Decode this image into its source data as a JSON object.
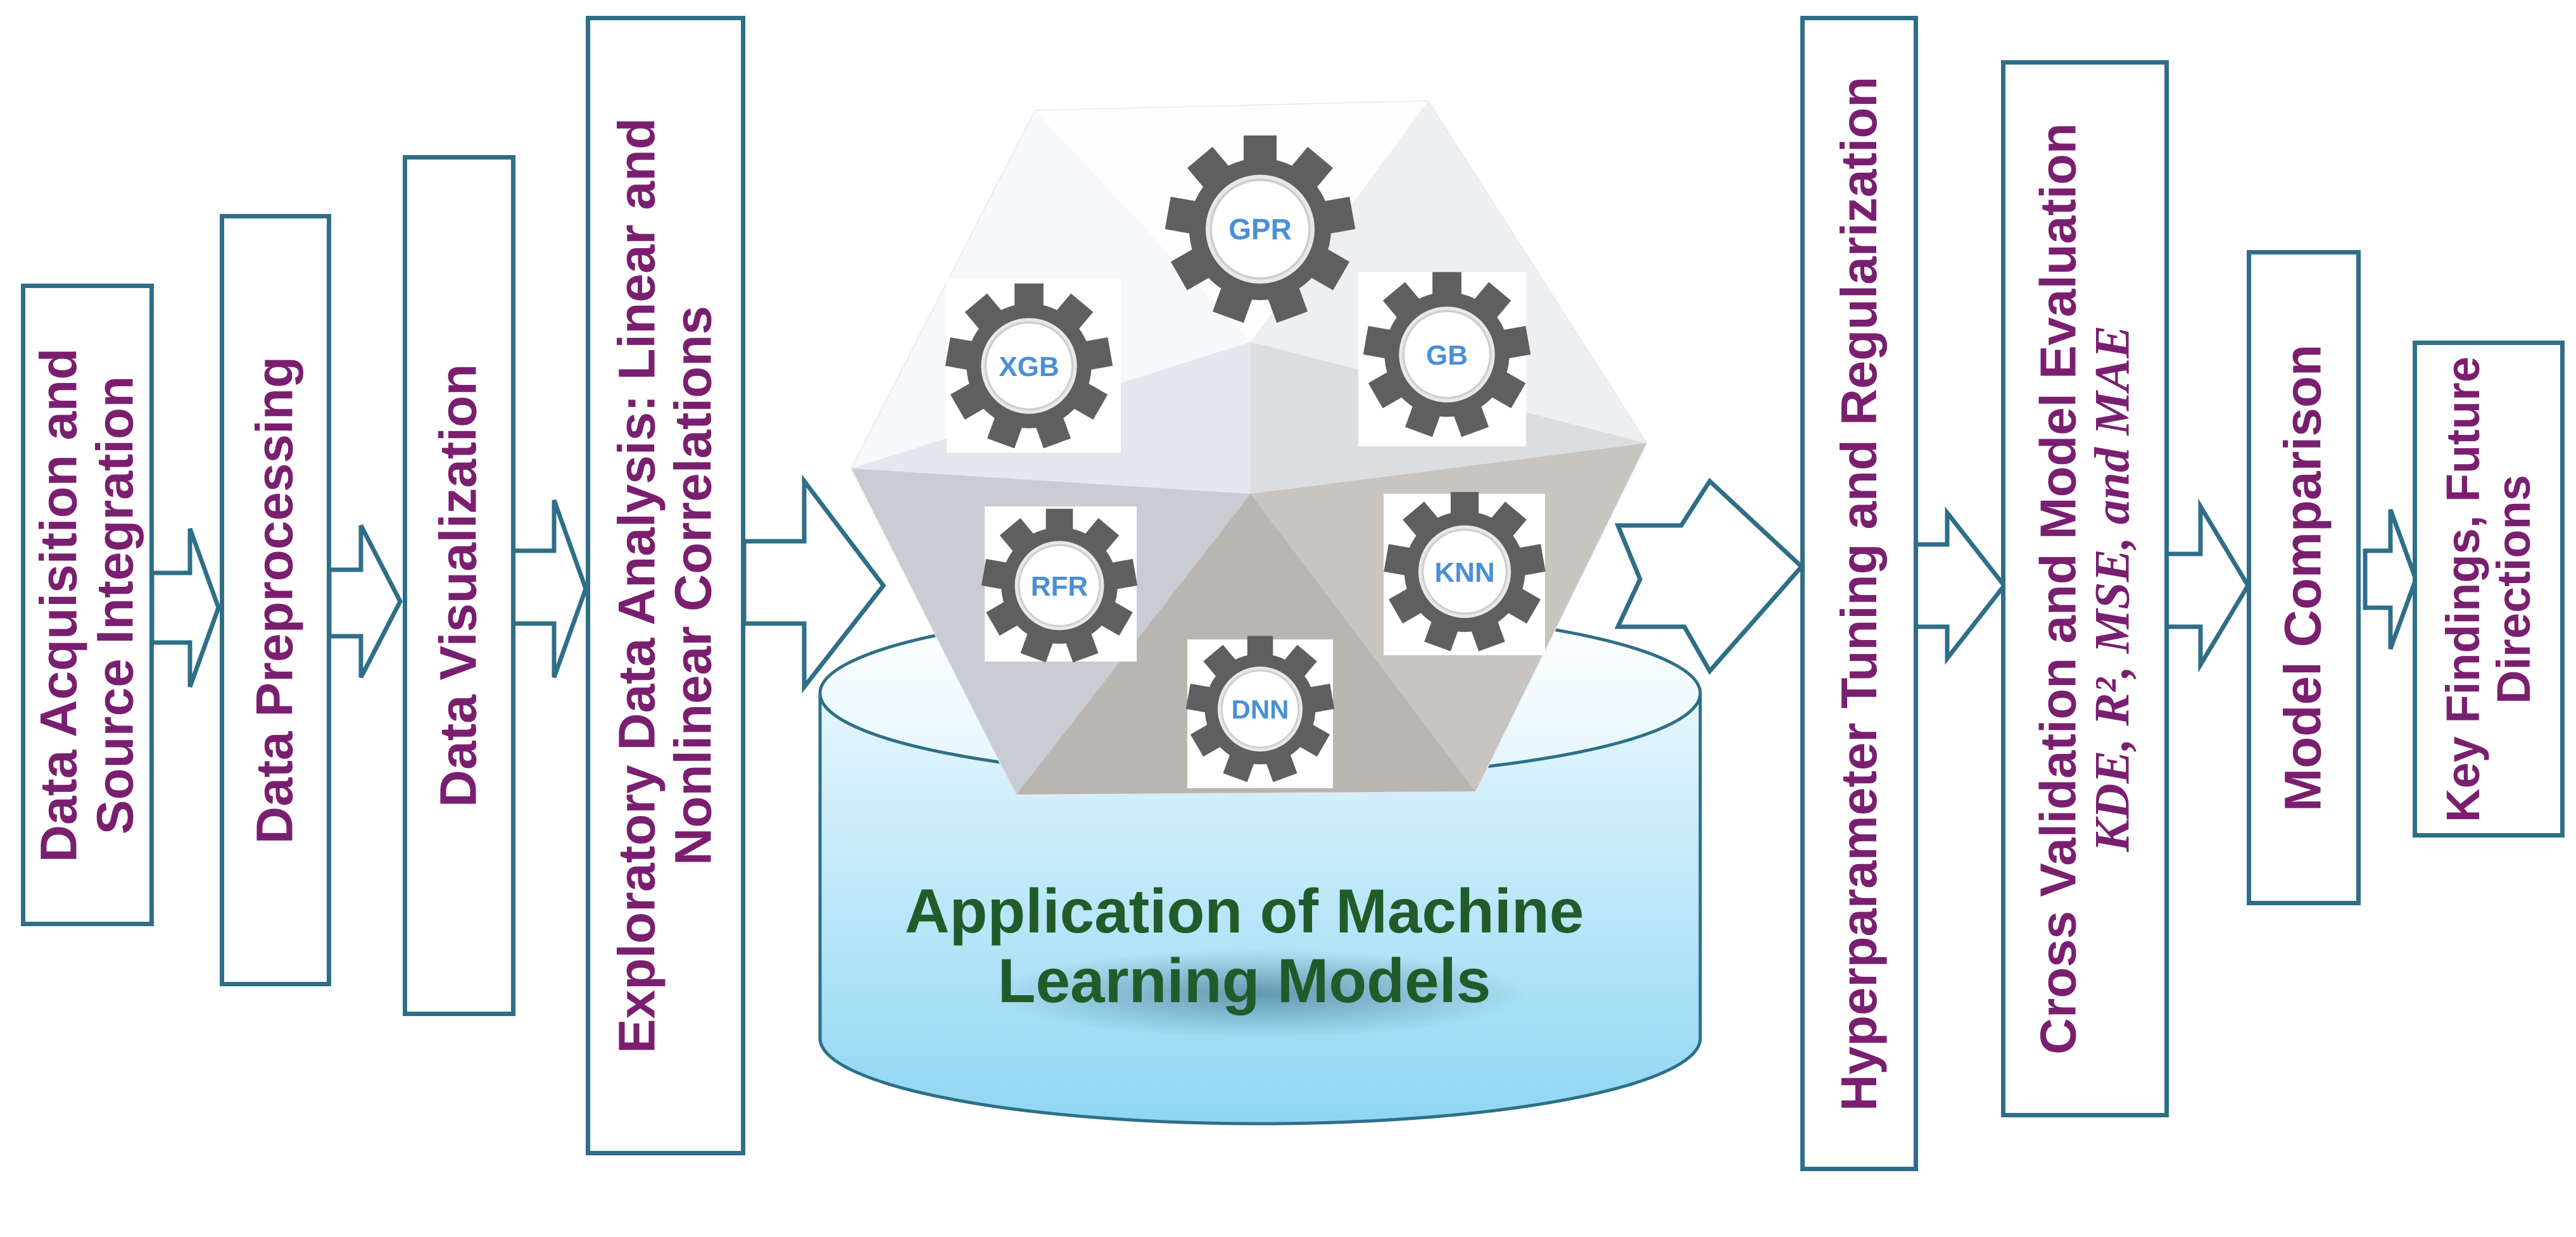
{
  "steps": {
    "s1": [
      "Data Acquisition and",
      "Source Integration"
    ],
    "s2": [
      "Data Preprocessing"
    ],
    "s3": [
      "Data Visualization"
    ],
    "s4": [
      "Exploratory Data Analysis: Linear and",
      "Nonlinear Correlations"
    ],
    "s5": [
      "Hyperparameter Tuning and Regularization"
    ],
    "s6": [
      "Cross Validation and Model Evaluation"
    ],
    "s6_metrics": "KDE, R², MSE, and MAE",
    "s7": [
      "Model Comparison"
    ],
    "s8": [
      "Key Findings, Future",
      "Directions"
    ]
  },
  "models": [
    "GPR",
    "XGB",
    "GB",
    "RFR",
    "KNN",
    "DNN"
  ],
  "center_title": [
    "Application of Machine",
    "Learning Models"
  ],
  "colors": {
    "border": "#2e6f87",
    "step_text": "#7a1f6f",
    "title_text": "#1f5c2a",
    "model_text": "#4a8fd6",
    "gear": "#5f5f5f",
    "cylinder": "#9fdcf5"
  },
  "icons": [
    "gear-icon",
    "arrow-right-icon",
    "cylinder-icon",
    "polyhedron-icon"
  ]
}
